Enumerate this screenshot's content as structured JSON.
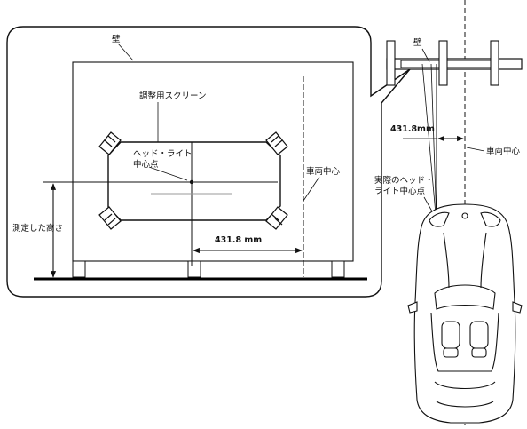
{
  "labels": {
    "wall_zoom": "壁",
    "screen": "調整用スクリーン",
    "headlight_center_line1": "ヘッド・ライト",
    "headlight_center_line2": "中心点",
    "vehicle_center_zoom": "車両中心",
    "measured_height": "測定した高さ",
    "distance_zoom": "431.8 mm",
    "wall_top": "壁",
    "distance_top": "431.8mm",
    "vehicle_center_top": "車両中心",
    "actual_headlight_line1": "実際のヘッド・",
    "actual_headlight_line2": "ライト中心点"
  },
  "colors": {
    "line": "#111111",
    "fill": "#ffffff",
    "ground": "#000000"
  }
}
